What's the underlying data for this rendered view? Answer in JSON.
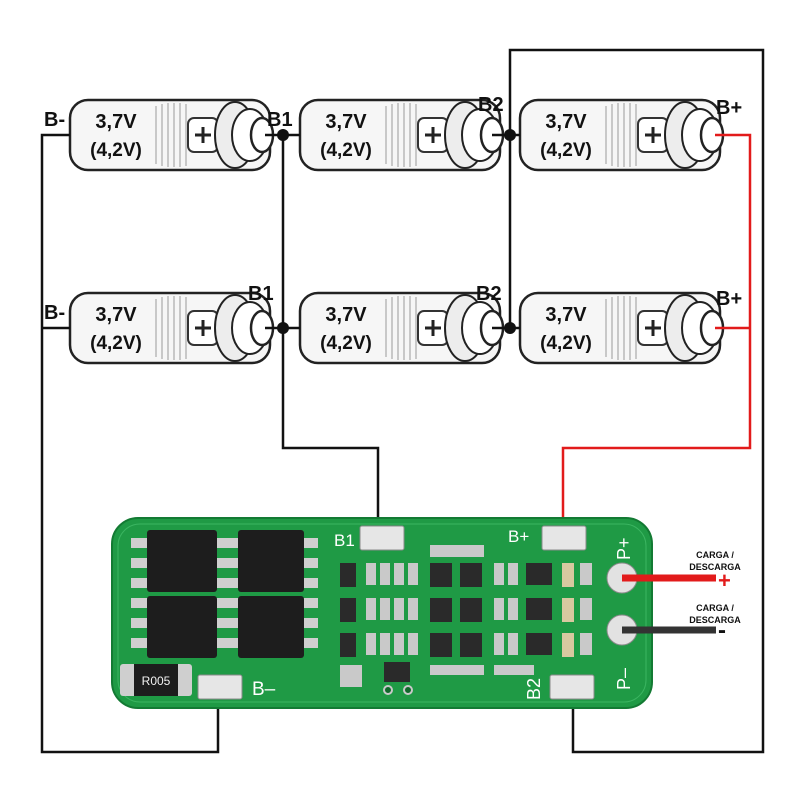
{
  "cell": {
    "voltage": "3,7V",
    "charged_voltage": "(4,2V)"
  },
  "labels": {
    "b_minus": "B-",
    "b1": "B1",
    "b2": "B2",
    "b_plus": "B+"
  },
  "board": {
    "b1": "B1",
    "b_plus": "B+",
    "b_minus": "B–",
    "b2": "B2",
    "p_plus": "P+",
    "p_minus": "P–",
    "resistor_code": "R005"
  },
  "outputs": {
    "positive": {
      "label_line1": "CARGA /",
      "label_line2": "DESCARGA",
      "sign": "+",
      "wire_color": "#e21b1b"
    },
    "negative": {
      "label_line1": "CARGA /",
      "label_line2": "DESCARGA",
      "sign": "-",
      "wire_color": "#333333"
    }
  },
  "colors": {
    "pcb": "#1f9a45",
    "wire": "#111111",
    "positive_wire": "#e21b1b"
  }
}
